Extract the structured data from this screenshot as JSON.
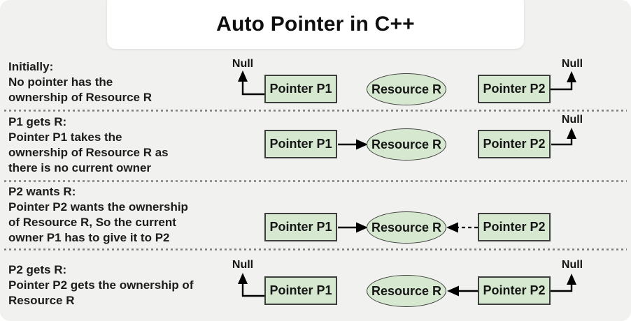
{
  "title": "Auto Pointer in C++",
  "colors": {
    "background": "#f1f1ef",
    "title_card": "#ffffff",
    "node_fill": "#d6e8d0",
    "node_border": "#3e3e3e",
    "text": "#1c1c1c",
    "separator": "#7d7d7d",
    "arrow": "#000000"
  },
  "rows": [
    {
      "caption": "Initially:\nNo pointer has the\nownership of Resource R",
      "p1": "Pointer P1",
      "resource": "Resource R",
      "p2": "Pointer P2",
      "p1_null": "Null",
      "p2_null": "Null"
    },
    {
      "caption": "P1 gets R:\nPointer P1 takes the\nownership of Resource R as\nthere is no current owner",
      "p1": "Pointer P1",
      "resource": "Resource R",
      "p2": "Pointer P2",
      "p2_null": "Null"
    },
    {
      "caption": "P2 wants R:\nPointer P2 wants the ownership\nof Resource R, So the current\nowner P1 has to give it to P2",
      "p1": "Pointer P1",
      "resource": "Resource R",
      "p2": "Pointer P2"
    },
    {
      "caption": "P2 gets R:\nPointer P2 gets the ownership of\nResource R",
      "p1": "Pointer P1",
      "resource": "Resource R",
      "p2": "Pointer P2",
      "p1_null": "Null",
      "p2_null": "Null"
    }
  ]
}
